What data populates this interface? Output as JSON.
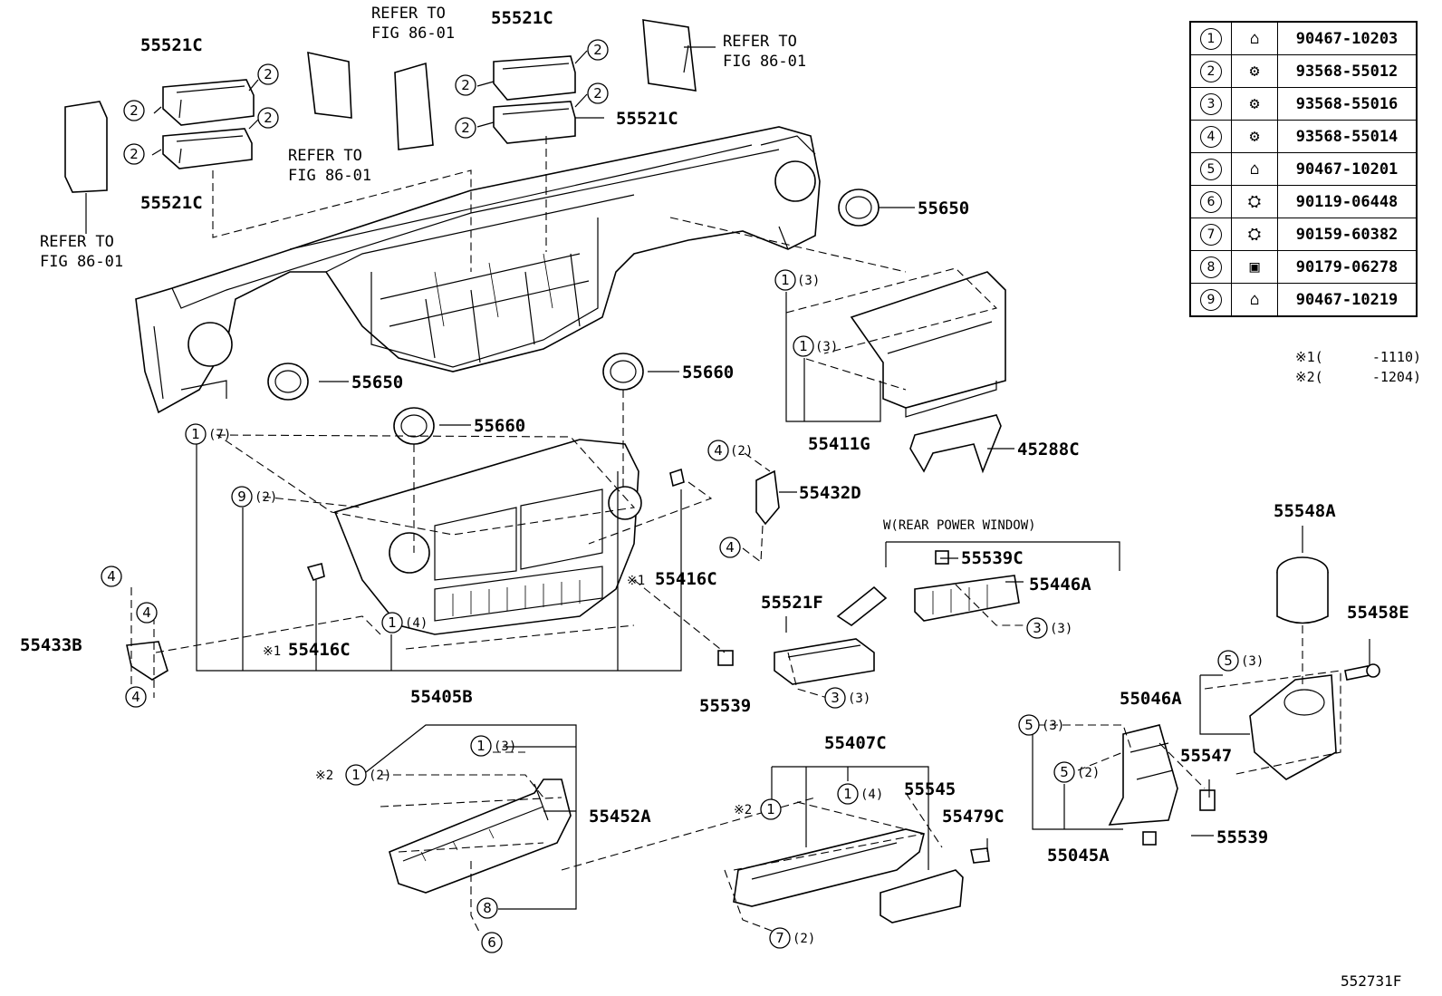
{
  "fastener_table": [
    {
      "ref": "1",
      "icon": "clip-icon",
      "part": "90467-10203"
    },
    {
      "ref": "2",
      "icon": "screw-icon",
      "part": "93568-55012"
    },
    {
      "ref": "3",
      "icon": "screw-icon",
      "part": "93568-55016"
    },
    {
      "ref": "4",
      "icon": "screw-icon",
      "part": "93568-55014"
    },
    {
      "ref": "5",
      "icon": "clip-icon",
      "part": "90467-10201"
    },
    {
      "ref": "6",
      "icon": "bolt-icon",
      "part": "90119-06448"
    },
    {
      "ref": "7",
      "icon": "bolt-icon",
      "part": "90159-60382"
    },
    {
      "ref": "8",
      "icon": "nut-icon",
      "part": "90179-06278"
    },
    {
      "ref": "9",
      "icon": "clip-icon",
      "part": "90467-10219"
    }
  ],
  "notes": [
    {
      "mark": "※1",
      "text": "(      -1110)"
    },
    {
      "mark": "※2",
      "text": "(      -1204)"
    }
  ],
  "refer_text": {
    "line1": "REFER TO",
    "line2": "FIG 86-01"
  },
  "condition_text": "W(REAR POWER WINDOW)",
  "part_labels": {
    "p55521C_a": "55521C",
    "p55521C_b": "55521C",
    "p55521C_c": "55521C",
    "p55521C_d": "55521C",
    "p55650_a": "55650",
    "p55650_b": "55650",
    "p55660_a": "55660",
    "p55660_b": "55660",
    "p55411G": "55411G",
    "p45288C": "45288C",
    "p55432D": "55432D",
    "p55416C_a": "55416C",
    "p55416C_b": "55416C",
    "p55433B": "55433B",
    "p55405B": "55405B",
    "p55539_a": "55539",
    "p55539_b": "55539",
    "p55521F": "55521F",
    "p55539C": "55539C",
    "p55446A": "55446A",
    "p55548A": "55548A",
    "p55458E": "55458E",
    "p55046A": "55046A",
    "p55547": "55547",
    "p55045A": "55045A",
    "p55407C": "55407C",
    "p55545": "55545",
    "p55479C": "55479C",
    "p55452A": "55452A"
  },
  "qty": {
    "q3": "(3)",
    "q7": "(7)",
    "q2": "(2)",
    "q4": "(4)"
  },
  "figure_number": "552731F"
}
